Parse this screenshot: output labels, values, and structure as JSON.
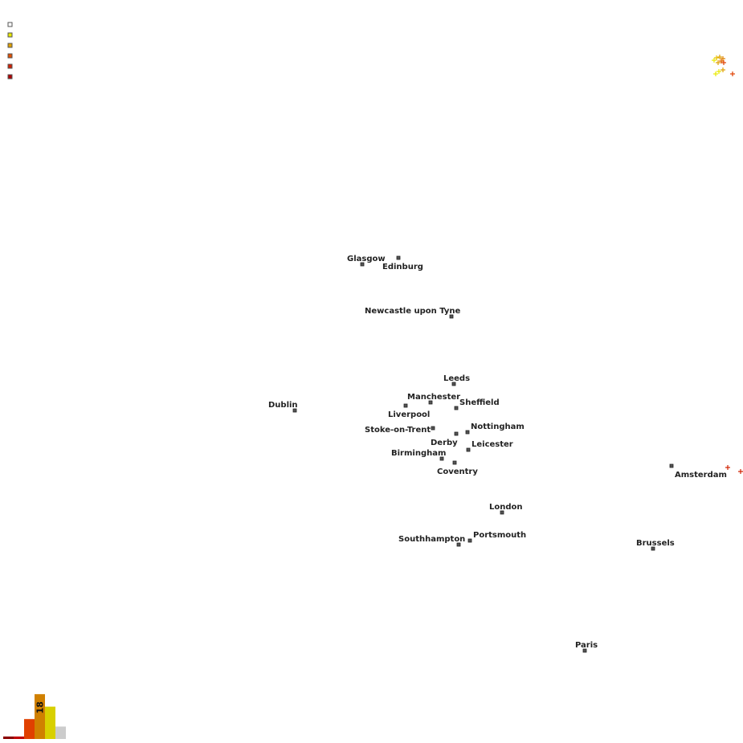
{
  "legend": {
    "swatches": [
      {
        "color": "#ffffff"
      },
      {
        "color": "#e8e800"
      },
      {
        "color": "#e0a000"
      },
      {
        "color": "#e05000"
      },
      {
        "color": "#d02000"
      },
      {
        "color": "#b00000"
      }
    ]
  },
  "cities": [
    {
      "name": "Glasgow",
      "id": "glasgow"
    },
    {
      "name": "Edinburg",
      "id": "edinburg"
    },
    {
      "name": "Newcastle upon Tyne",
      "id": "newcastle"
    },
    {
      "name": "Leeds",
      "id": "leeds"
    },
    {
      "name": "Manchester",
      "id": "manchester"
    },
    {
      "name": "Sheffield",
      "id": "sheffield"
    },
    {
      "name": "Liverpool",
      "id": "liverpool"
    },
    {
      "name": "Dublin",
      "id": "dublin"
    },
    {
      "name": "Stoke-on-Trent",
      "id": "stoke"
    },
    {
      "name": "Nottingham",
      "id": "nottingham"
    },
    {
      "name": "Derby",
      "id": "derby"
    },
    {
      "name": "Leicester",
      "id": "leicester"
    },
    {
      "name": "Birmingham",
      "id": "birmingham"
    },
    {
      "name": "Coventry",
      "id": "coventry"
    },
    {
      "name": "Amsterdam",
      "id": "amsterdam"
    },
    {
      "name": "London",
      "id": "london"
    },
    {
      "name": "Portsmouth",
      "id": "portsmouth"
    },
    {
      "name": "Southhampton",
      "id": "southhampton"
    },
    {
      "name": "Brussels",
      "id": "brussels"
    },
    {
      "name": "Paris",
      "id": "paris"
    }
  ],
  "histogram": {
    "bars": [
      {
        "color": "#8b0000",
        "value": 1
      },
      {
        "color": "#c00000",
        "value": 1
      },
      {
        "color": "#e04000",
        "value": 8
      },
      {
        "color": "#d08000",
        "value": 18,
        "label": "18"
      },
      {
        "color": "#d8d000",
        "value": 13
      },
      {
        "color": "#cccccc",
        "value": 5
      }
    ]
  },
  "colors": {
    "marker_fill": "#555555",
    "marker_stroke": "#222222",
    "label": "#222222"
  }
}
